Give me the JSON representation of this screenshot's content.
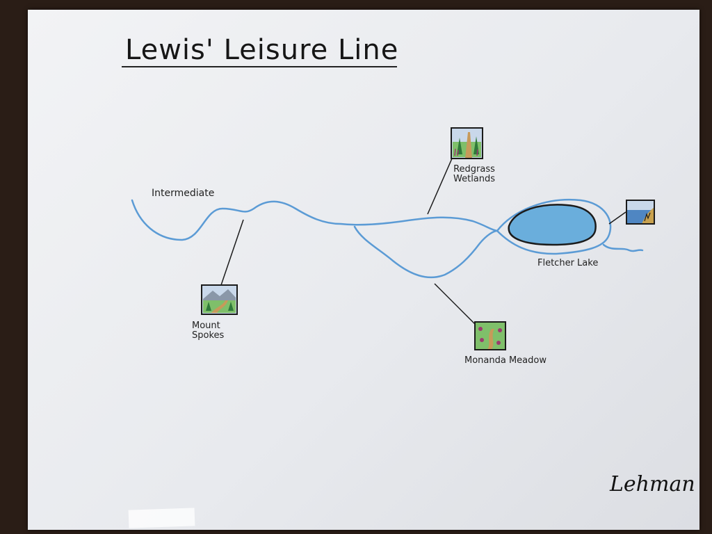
{
  "map": {
    "title": "Lewis' Leisure Line",
    "trail_label": "Intermediate",
    "signature": "Lehman",
    "colors": {
      "water": "#5b9bd5",
      "lake_fill": "#6aaedc",
      "outline": "#1b1b1b",
      "grass": "#7fbf6a",
      "tree": "#2f7a3a",
      "sky": "#c9d8ea",
      "path": "#c79a5a",
      "flower": "#9b3b6e"
    },
    "points_of_interest": [
      {
        "name_line1": "Redgrass",
        "name_line2": "Wetlands",
        "icon": "wetland-icon"
      },
      {
        "name_line1": "Mount",
        "name_line2": "Spokes",
        "icon": "mountain-icon"
      },
      {
        "name_line1": "Monanda Meadow",
        "name_line2": "",
        "icon": "meadow-icon"
      },
      {
        "name_line1": "Fletcher Lake",
        "name_line2": "",
        "icon": "lake-icon"
      }
    ]
  }
}
